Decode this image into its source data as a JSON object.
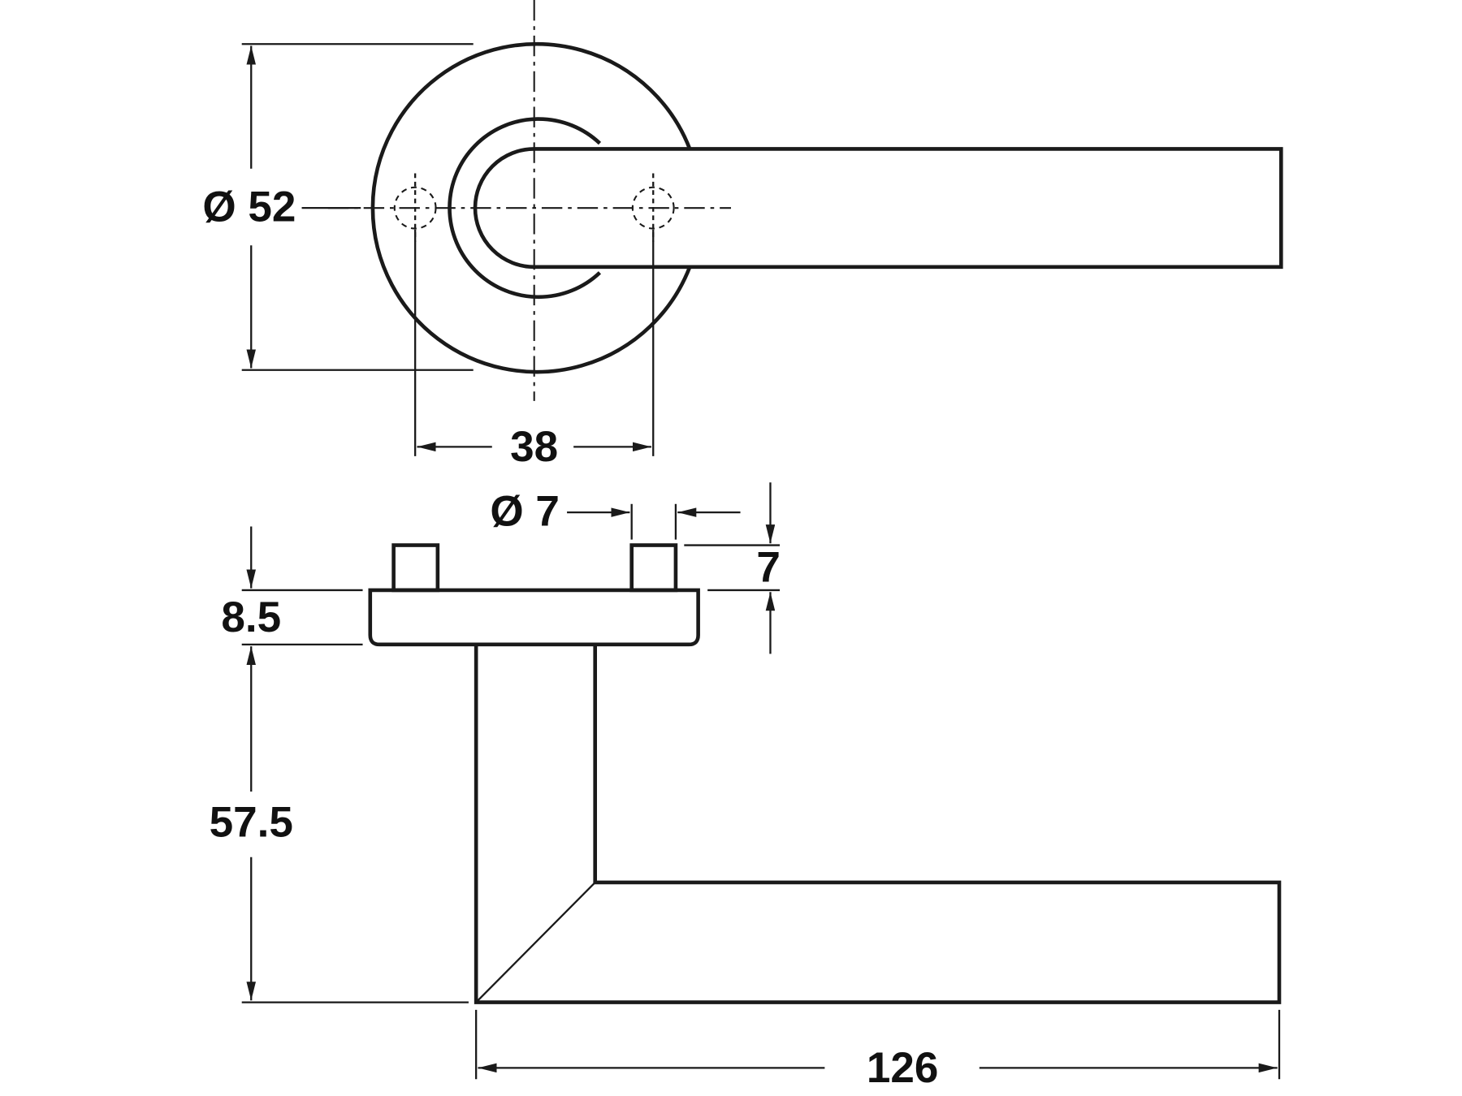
{
  "title": "Lever handle on round rose - dimension drawing",
  "dimensions": {
    "rose_diameter": "Ø 52",
    "fixing_centres": "38",
    "pin_diameter": "Ø 7",
    "pin_height": "7",
    "rose_thickness": "8.5",
    "lever_projection": "57.5",
    "lever_length": "126"
  },
  "colors": {
    "line": "#1a1a1a",
    "background": "#ffffff"
  }
}
